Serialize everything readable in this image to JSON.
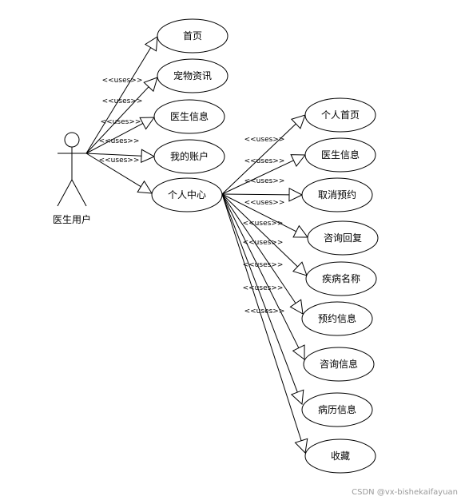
{
  "actor": {
    "name": "医生用户"
  },
  "stereotype": "<<uses>>",
  "primary_usecases": [
    "首页",
    "宠物资讯",
    "医生信息",
    "我的账户",
    "个人中心"
  ],
  "personal_center_usecases": [
    "个人首页",
    "医生信息",
    "取消预约",
    "咨询回复",
    "疾病名称",
    "预约信息",
    "咨询信息",
    "病历信息",
    "收藏"
  ],
  "watermark": "CSDN @vx-bishekaifayuan"
}
